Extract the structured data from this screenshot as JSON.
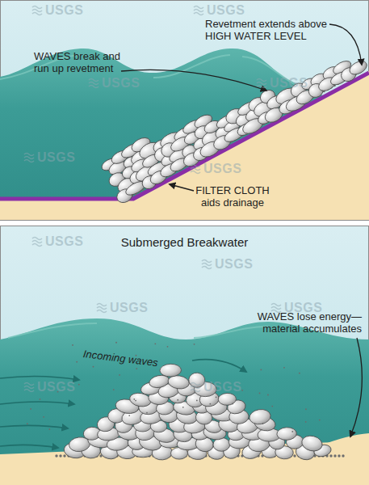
{
  "diagram": {
    "labels": [
      "Revetment extends above HIGH WATER LEVEL",
      "WAVES break and run up revetment",
      "FILTER CLOTH aids drainage",
      "Submerged Breakwater",
      "Incoming waves",
      "WAVES lose energy— material accumulates",
      "USGS",
      "USGS",
      "USGS",
      "USGS",
      "USGS",
      "USGS",
      "USGS",
      "USGS",
      "USGS",
      "USGS",
      "USGS",
      "USGS"
    ]
  }
}
